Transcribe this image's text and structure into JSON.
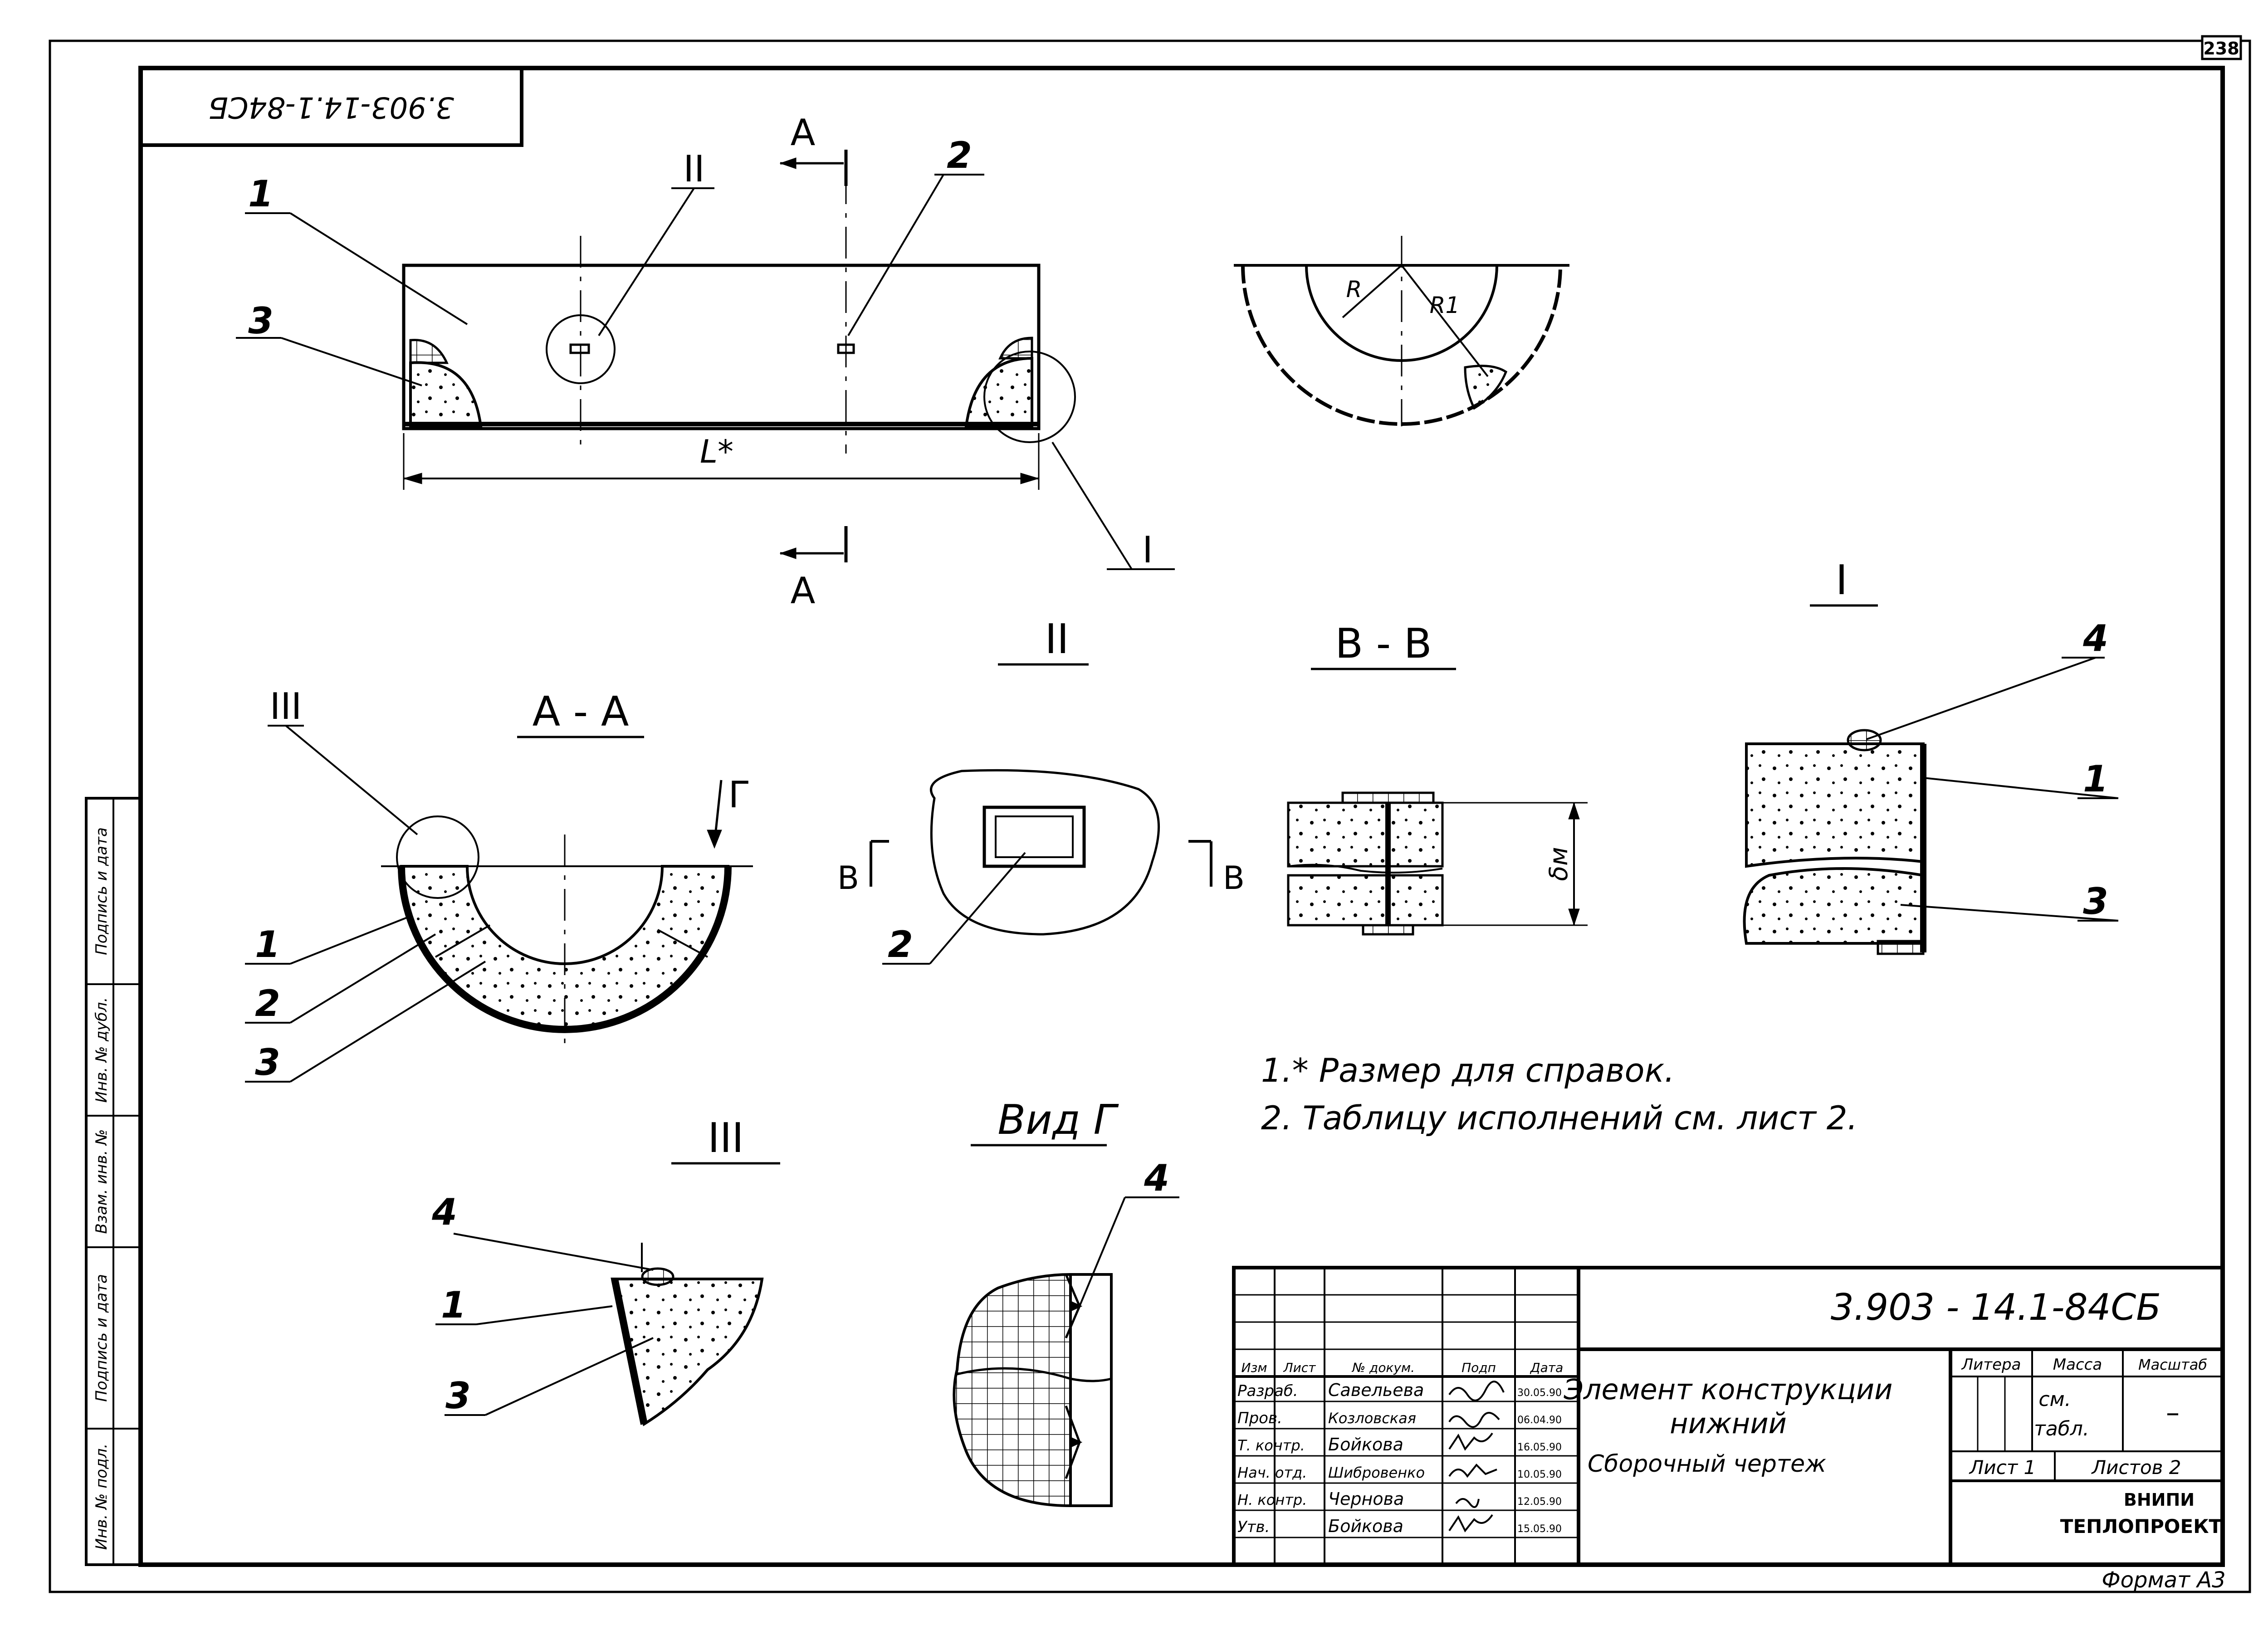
{
  "sheet": {
    "page_number": "238",
    "mirrored_code": "3.903-14.1-84СБ",
    "format": "Формат А3"
  },
  "views": {
    "section_aa": "А - А",
    "view_ii": "II",
    "section_bb": "В - В",
    "view_i": "I",
    "view_iii": "III",
    "view_g": "Вид Г",
    "cut_a": "А",
    "cut_b": "В",
    "arrow_g": "Г",
    "ref_i": "I",
    "ref_ii": "II",
    "ref_iii": "III",
    "length": "L*",
    "radius_r": "R",
    "radius_r1": "R1",
    "dim_b": "δм"
  },
  "callouts": [
    "1",
    "2",
    "3",
    "4"
  ],
  "notes": [
    "1.* Размер для справок.",
    "2. Таблицу исполнений см. лист 2."
  ],
  "side_strip": [
    "Инв. № подл.",
    "Подпись и дата",
    "Взам. инв. №",
    "Инв. № дубл.",
    "Подпись и дата"
  ],
  "title_block": {
    "code": "3.903 - 14.1-84СБ",
    "title_line1": "Элемент конструкции",
    "title_line2": "нижний",
    "title_line3": "Сборочный чертеж",
    "headers": {
      "izm": "Изм",
      "list": "Лист",
      "doc": "№ докум.",
      "sign": "Подп",
      "date": "Дата"
    },
    "people": [
      {
        "role": "Разраб.",
        "name": "Савельева",
        "date": "30.05.90"
      },
      {
        "role": "Пров.",
        "name": "Козловская",
        "date": "06.04.90"
      },
      {
        "role": "Т. контр.",
        "name": "Бойкова",
        "date": "16.05.90"
      },
      {
        "role": "Нач. отд.",
        "name": "Шибровенко",
        "date": "10.05.90"
      },
      {
        "role": "Н. контр.",
        "name": "Чернова",
        "date": "12.05.90"
      },
      {
        "role": "Утв.",
        "name": "Бойкова",
        "date": "15.05.90"
      }
    ],
    "litera_label": "Литера",
    "mass_label": "Масса",
    "scale_label": "Масштаб",
    "mass_value_line1": "см.",
    "mass_value_line2": "табл.",
    "scale_value": "–",
    "sheet_label": "Лист 1",
    "sheets_label": "Листов 2",
    "org_line1": "ВНИПИ",
    "org_line2": "ТЕПЛОПРОЕКТ"
  }
}
